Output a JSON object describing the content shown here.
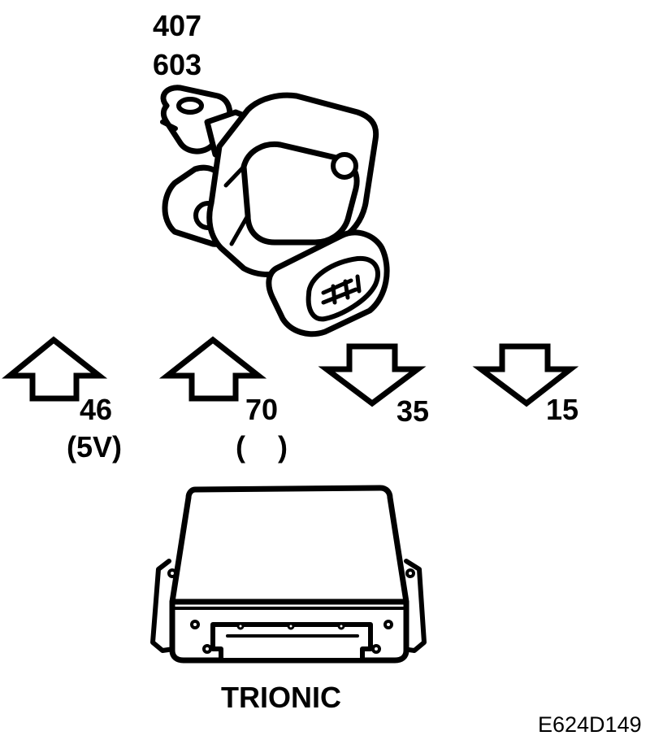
{
  "sensor": {
    "part_line_1": "407",
    "part_line_2": "603",
    "icon": "pressure-sensor-icon"
  },
  "pins": [
    {
      "number": "46",
      "note": "(5V)",
      "direction": "in"
    },
    {
      "number": "70",
      "note": "(    )",
      "direction": "in"
    },
    {
      "number": "35",
      "note": "",
      "direction": "out"
    },
    {
      "number": "15",
      "note": "",
      "direction": "out"
    }
  ],
  "ecu": {
    "label": "TRIONIC",
    "icon": "control-module-icon"
  },
  "figure_ref": "E624D149"
}
